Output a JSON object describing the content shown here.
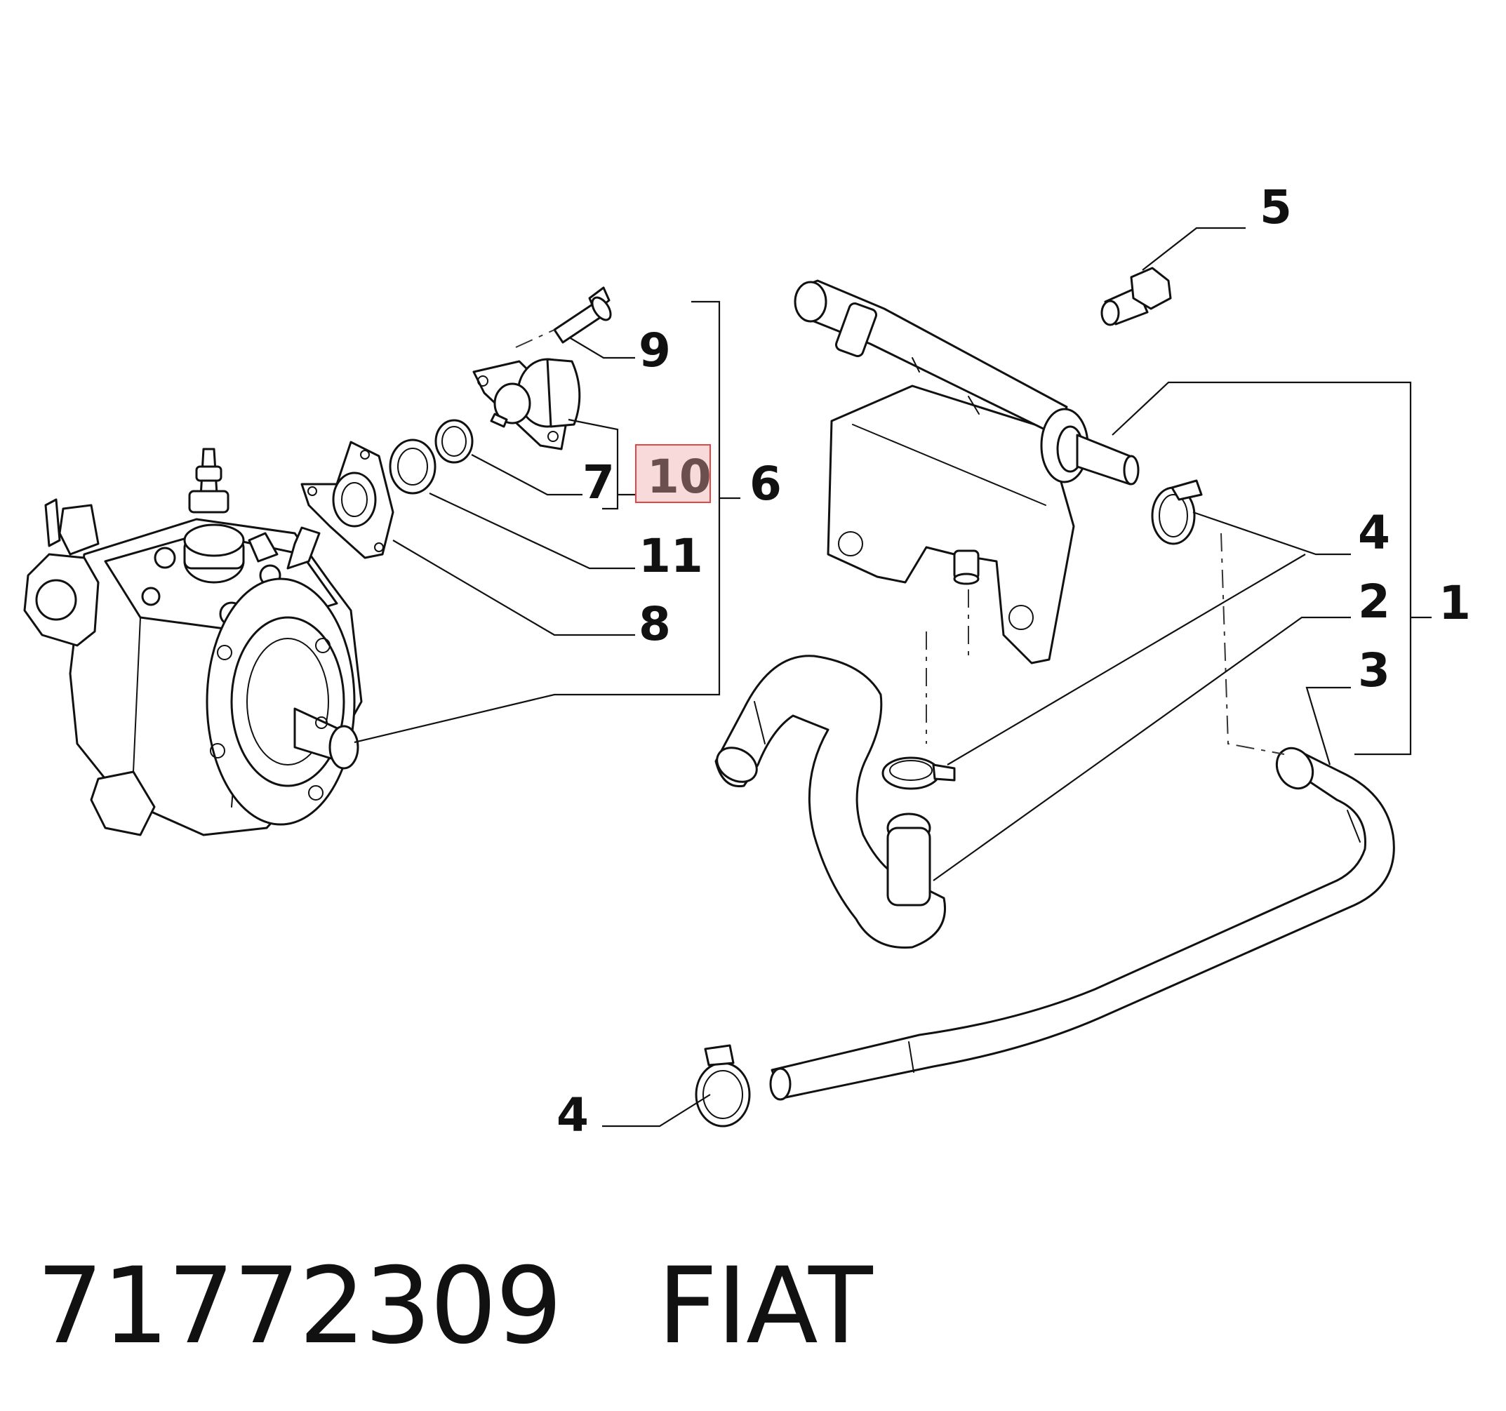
{
  "footer": {
    "part_number": "71772309",
    "brand": "FIAT"
  },
  "callouts": {
    "c1": "1",
    "c2": "2",
    "c3": "3",
    "c4_top": "4",
    "c4_bottom": "4",
    "c5": "5",
    "c6": "6",
    "c7": "7",
    "c8": "8",
    "c9": "9",
    "c10": "10",
    "c11": "11"
  },
  "colors": {
    "highlight_fill": "#f9dada",
    "highlight_border": "#e04848",
    "highlight_text": "#6b4e4e",
    "line": "#111111"
  }
}
